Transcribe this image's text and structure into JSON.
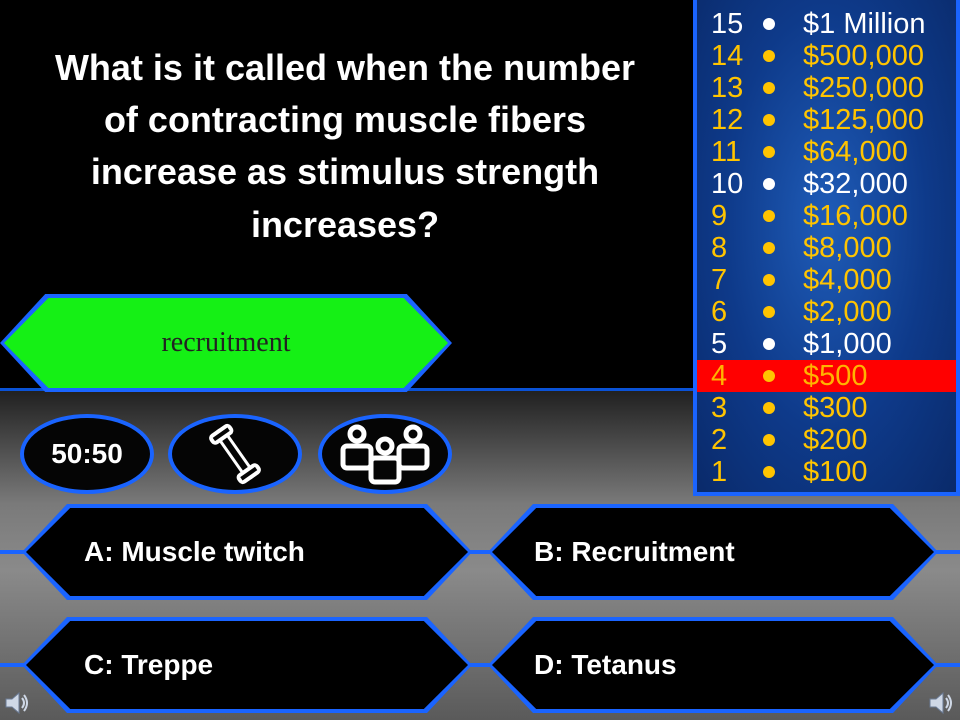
{
  "question": {
    "text": "What is it called when the number of contracting muscle fibers increase as stimulus strength increases?"
  },
  "revealed_answer": "recruitment",
  "ladder": [
    {
      "level": "15",
      "amount": "$1 Million",
      "color": "white"
    },
    {
      "level": "14",
      "amount": "$500,000",
      "color": "orange"
    },
    {
      "level": "13",
      "amount": "$250,000",
      "color": "orange"
    },
    {
      "level": "12",
      "amount": "$125,000",
      "color": "orange"
    },
    {
      "level": "11",
      "amount": "$64,000",
      "color": "orange"
    },
    {
      "level": "10",
      "amount": "$32,000",
      "color": "white"
    },
    {
      "level": "9",
      "amount": "$16,000",
      "color": "orange"
    },
    {
      "level": "8",
      "amount": "$8,000",
      "color": "orange"
    },
    {
      "level": "7",
      "amount": "$4,000",
      "color": "orange"
    },
    {
      "level": "6",
      "amount": "$2,000",
      "color": "orange"
    },
    {
      "level": "5",
      "amount": "$1,000",
      "color": "white"
    },
    {
      "level": "4",
      "amount": "$500",
      "color": "highlight"
    },
    {
      "level": "3",
      "amount": "$300",
      "color": "orange"
    },
    {
      "level": "2",
      "amount": "$200",
      "color": "orange"
    },
    {
      "level": "1",
      "amount": "$100",
      "color": "orange"
    }
  ],
  "current_level": "4",
  "lifelines": {
    "fifty_fifty": "50:50",
    "phone_icon": "phone-icon",
    "audience_icon": "audience-icon"
  },
  "answers": [
    {
      "letter": "A",
      "text": "A:  Muscle twitch"
    },
    {
      "letter": "B",
      "text": "B:  Recruitment"
    },
    {
      "letter": "C",
      "text": "C:  Treppe"
    },
    {
      "letter": "D",
      "text": "D:  Tetanus"
    }
  ],
  "colors": {
    "accent_blue": "#1a64ff",
    "reveal_green": "#15f015",
    "highlight_red": "#ff0000",
    "amount_orange": "#ffc400"
  },
  "icons": {
    "speaker_left": "speaker-icon",
    "speaker_right": "speaker-icon"
  }
}
